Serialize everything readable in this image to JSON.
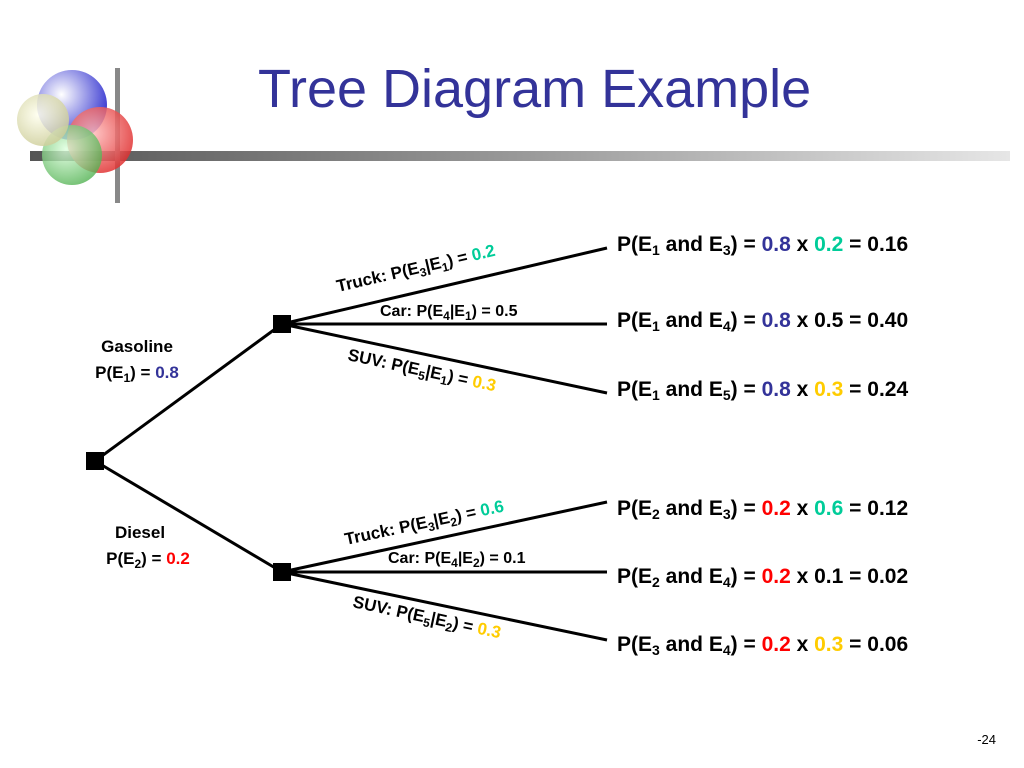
{
  "title": "Tree Diagram Example",
  "page_number": "-24",
  "colors": {
    "title": "#333399",
    "gasoline_value": "#333399",
    "diesel_value": "#ff0000",
    "prob_green": "#00cc99",
    "prob_gold": "#ffcc00"
  },
  "roots": {
    "gasoline": {
      "name": "Gasoline",
      "prob_text": "P(E",
      "sub": "1",
      "close": ") = ",
      "value": "0.8"
    },
    "diesel": {
      "name": "Diesel",
      "prob_text": "P(E",
      "sub": "2",
      "close": ") = ",
      "value": "0.2"
    }
  },
  "branches": {
    "g_truck": {
      "pre": "Truck: P(E",
      "s1": "3",
      "mid": "|E",
      "s2": "1",
      "post": ") = ",
      "value": "0.2"
    },
    "g_car": {
      "pre": "Car: P(E",
      "s1": "4",
      "mid": "|E",
      "s2": "1",
      "post": ") = 0.5"
    },
    "g_suv": {
      "pre": "SUV: P(E",
      "s1": "5",
      "mid": "|E",
      "s2": "1",
      "post": ") = ",
      "value": "0.3"
    },
    "d_truck": {
      "pre": "Truck: P(E",
      "s1": "3",
      "mid": "|E",
      "s2": "2",
      "post": ") = ",
      "value": "0.6"
    },
    "d_car": {
      "pre": "Car: P(E",
      "s1": "4",
      "mid": "|E",
      "s2": "2",
      "post": ") = 0.1"
    },
    "d_suv": {
      "pre": "SUV: P(E",
      "s1": "5",
      "mid": "|E",
      "s2": "2",
      "post": ") = ",
      "value": "0.3"
    }
  },
  "results": [
    {
      "a": "1",
      "b": "3",
      "v1": "0.8",
      "v2": "0.2",
      "total": " = 0.16"
    },
    {
      "a": "1",
      "b": "4",
      "v1": "0.8",
      "v2": "0.5",
      "total": " = 0.40"
    },
    {
      "a": "1",
      "b": "5",
      "v1": "0.8",
      "v2": "0.3",
      "total": " = 0.24"
    },
    {
      "a": "2",
      "b": "3",
      "v1": "0.2",
      "v2": "0.6",
      "total": " = 0.12"
    },
    {
      "a": "2",
      "b": "4",
      "v1": "0.2",
      "v2": "0.1",
      "total": " = 0.02"
    },
    {
      "a": "3",
      "b": "4",
      "v1": "0.2",
      "v2": "0.3",
      "total": " = 0.06"
    }
  ],
  "result_parts": {
    "p_open": "P(E",
    "and": " and E",
    "close_eq": ") = ",
    "times": " x "
  }
}
